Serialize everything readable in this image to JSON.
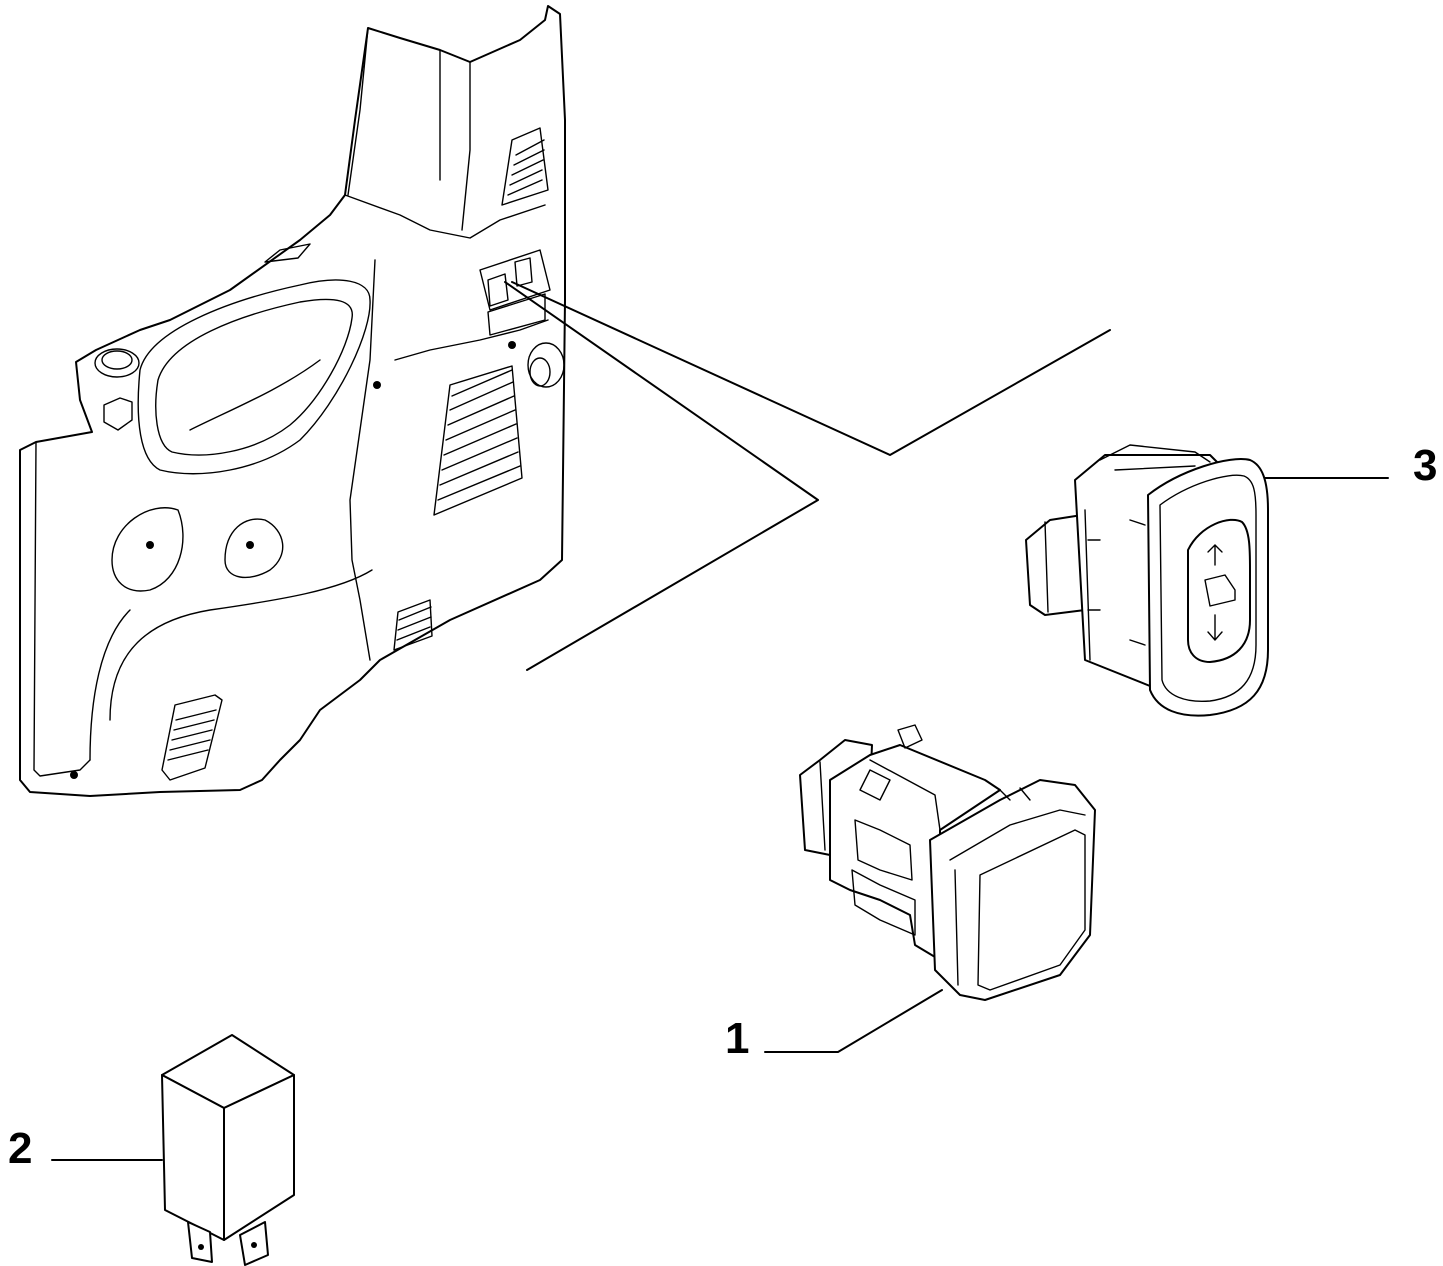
{
  "callouts": [
    {
      "number": "1",
      "part": "switch"
    },
    {
      "number": "2",
      "part": "relay"
    },
    {
      "number": "3",
      "part": "window-switch"
    }
  ],
  "colors": {
    "line": "#000000",
    "background": "#ffffff"
  }
}
